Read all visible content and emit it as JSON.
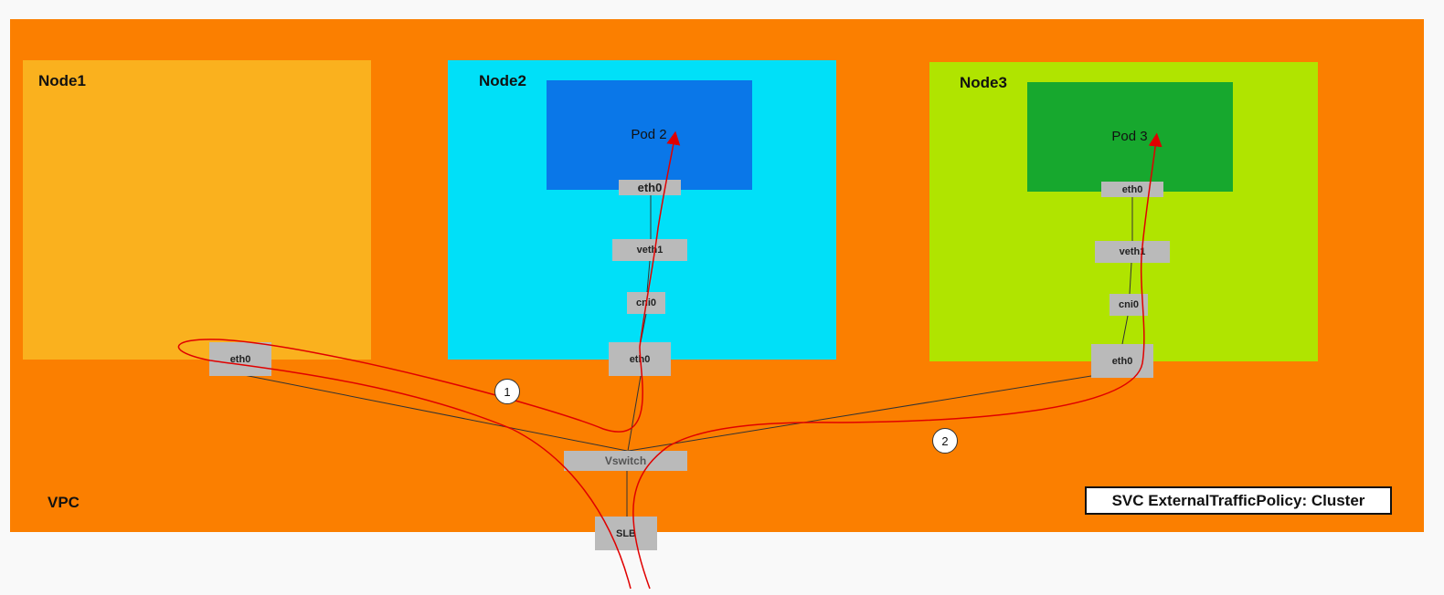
{
  "vpc": {
    "label": "VPC"
  },
  "nodes": {
    "node1": {
      "title": "Node1",
      "eth0": "eth0"
    },
    "node2": {
      "title": "Node2",
      "pod": "Pod 2",
      "pod_eth0": "eth0",
      "veth": "veth1",
      "cni": "cni0",
      "eth0": "eth0"
    },
    "node3": {
      "title": "Node3",
      "pod": "Pod 3",
      "pod_eth0": "eth0",
      "veth": "veth1",
      "cni": "cni0",
      "eth0": "eth0"
    }
  },
  "vswitch": {
    "label": "Vswitch"
  },
  "slb": {
    "label": "SLB"
  },
  "markers": {
    "one": "1",
    "two": "2"
  },
  "policy": {
    "label": "SVC ExternalTrafficPolicy: Cluster"
  },
  "colors": {
    "vpc": "#fb7f00",
    "node1": "#fab11e",
    "node2": "#00e0f8",
    "node3": "#b0e400",
    "pod2": "#0a77e8",
    "pod3": "#17a82e",
    "interface": "#bababa",
    "traffic_path": "#e00000"
  }
}
